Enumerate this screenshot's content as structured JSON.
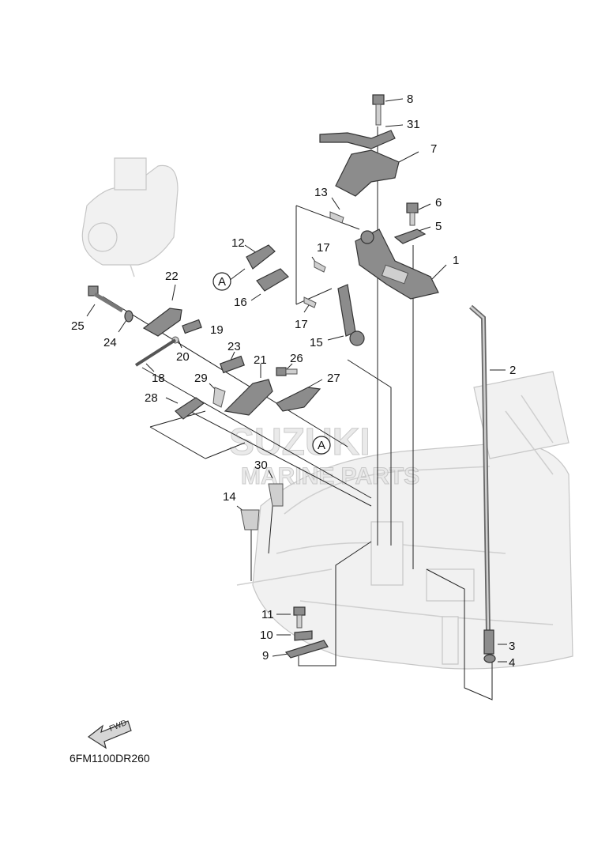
{
  "diagram": {
    "drawing_code": "6FM1100DR260",
    "fwd_label": "FWD",
    "reference_marker": "A",
    "watermark": {
      "line1": "SUZUKI",
      "line2": "MARINE PARTS"
    },
    "part_labels": [
      "1",
      "2",
      "3",
      "4",
      "5",
      "6",
      "7",
      "8",
      "9",
      "10",
      "11",
      "12",
      "13",
      "14",
      "15",
      "16",
      "17",
      "17",
      "18",
      "19",
      "20",
      "21",
      "22",
      "23",
      "24",
      "25",
      "26",
      "27",
      "28",
      "29",
      "30",
      "31"
    ]
  }
}
